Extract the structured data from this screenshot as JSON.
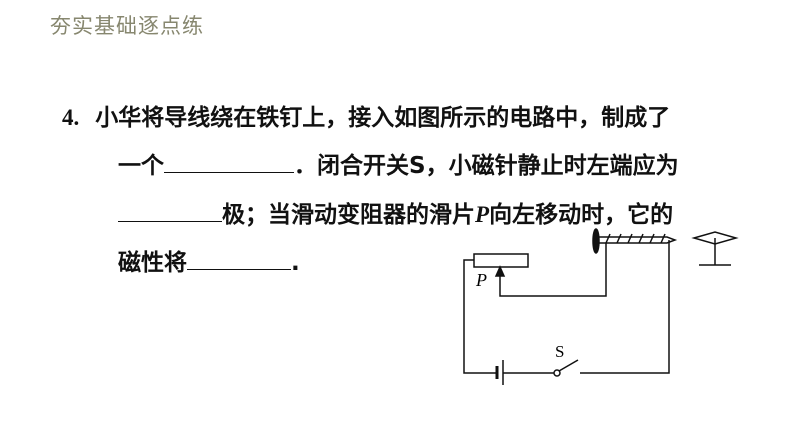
{
  "header": {
    "title": "夯实基础逐点练"
  },
  "question": {
    "number": "4.",
    "line1": "小华将导线绕在铁钉上，接入如图所示的电路中，制成了",
    "line2_pre": "一个",
    "line2_post": "．闭合开关S，小磁针静止时左端应为",
    "line3_post_a": "极；当滑动变阻器的滑片",
    "line3_var": "P",
    "line3_post_b": "向左移动时，它的",
    "line4_pre": "磁性将",
    "line4_post": "."
  },
  "diagram": {
    "slider_label": "P",
    "switch_label": "S"
  }
}
